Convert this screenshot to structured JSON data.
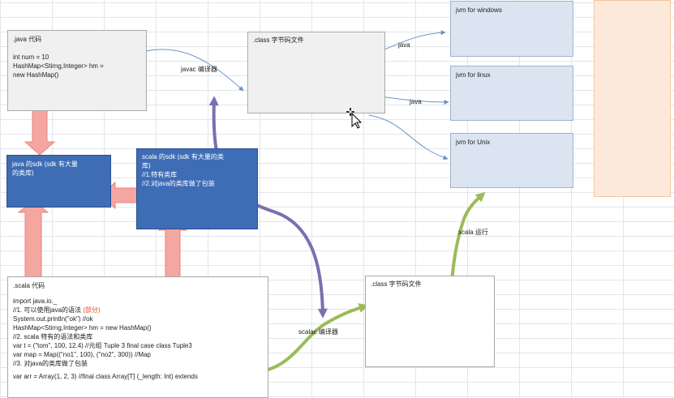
{
  "java_box": {
    "title": ".java 代码",
    "lines": [
      "int num = 10",
      "HashMap<Stirng,Integer>  hm =",
      "new HashMap()"
    ]
  },
  "javac_label": "javac 编译器",
  "class_box_top": {
    "title": ".class 字节码文件"
  },
  "java_arrow_labels": [
    "java",
    "java"
  ],
  "jvm_boxes": [
    "jvm for windows",
    "jvm for linux",
    "jvm for Unix"
  ],
  "java_sdk_box": {
    "lines": [
      "java 的sdk (sdk 有大量",
      "的类库)"
    ]
  },
  "scala_sdk_box": {
    "lines": [
      "scala 的sdk (sdk 有大量的类",
      "库)",
      "//1.特有类库",
      "//2.对java的类库做了包装"
    ]
  },
  "scala_box": {
    "title": ".scala 代码",
    "lines": [
      {
        "text": "import  java.io._"
      },
      {
        "text": "//1. 可以使用java的语法 ",
        "highlight": "(部分)"
      },
      {
        "text": "System.out.println(\"ok\")  //ok"
      },
      {
        "text": "HashMap<Stirng,Integer>  hm = new HashMap()"
      },
      {
        "text": "//2. scala 特有的语法和类库"
      },
      {
        "text": "var t = (\"tom\", 100, 12.4) //元组 Tuple 3 final  case class Tuple3"
      },
      {
        "text": "var map = Map((\"no1\", 100), (\"no2\",  300)) //Map"
      },
      {
        "text": "//3. 对java的类库做了包装"
      },
      {
        "text": "var arr = Array(1, 2, 3) //final class Array[T] (_length: Int) extends"
      }
    ]
  },
  "scalac_label": "scalac 编译器",
  "class_box_bottom": {
    "title": ".class  字节码文件"
  },
  "scala_run_label": "scala 运行",
  "colors": {
    "blue_box": "#3e6db5",
    "jvm_box": "#dbe5f1",
    "pink_arrow": "#f4a6a0",
    "purple_arrow": "#7b6fb0",
    "green_arrow": "#9bbb59",
    "thin_arrow": "#6a93c8"
  }
}
